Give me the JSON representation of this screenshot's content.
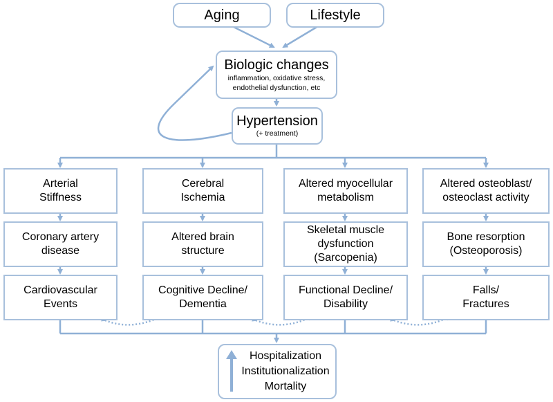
{
  "top": {
    "aging": "Aging",
    "lifestyle": "Lifestyle"
  },
  "biologic": {
    "title": "Biologic changes",
    "detail_line1": "inflammation, oxidative stress,",
    "detail_line2": "endothelial dysfunction, etc"
  },
  "hypertension": {
    "title": "Hypertension",
    "subtitle": "(+ treatment)"
  },
  "columns": [
    {
      "row1": [
        "Arterial",
        "Stiffness"
      ],
      "row2": [
        "Coronary artery",
        "disease"
      ],
      "row3": [
        "Cardiovascular",
        "Events"
      ]
    },
    {
      "row1": [
        "Cerebral",
        "Ischemia"
      ],
      "row2": [
        "Altered brain",
        "structure"
      ],
      "row3": [
        "Cognitive Decline/",
        "Dementia"
      ]
    },
    {
      "row1": [
        "Altered myocellular",
        "metabolism"
      ],
      "row2": [
        "Skeletal muscle",
        "dysfunction (Sarcopenia)"
      ],
      "row3": [
        "Functional Decline/",
        "Disability"
      ]
    },
    {
      "row1": [
        "Altered osteoblast/",
        "osteoclast activity"
      ],
      "row2": [
        "Bone resorption",
        "(Osteoporosis)"
      ],
      "row3": [
        "Falls/",
        "Fractures"
      ]
    }
  ],
  "outcomes": [
    "Hospitalization",
    "Institutionalization",
    "Mortality"
  ],
  "colors": {
    "line": "#8fb0d6",
    "border": "#a8c0dc"
  }
}
